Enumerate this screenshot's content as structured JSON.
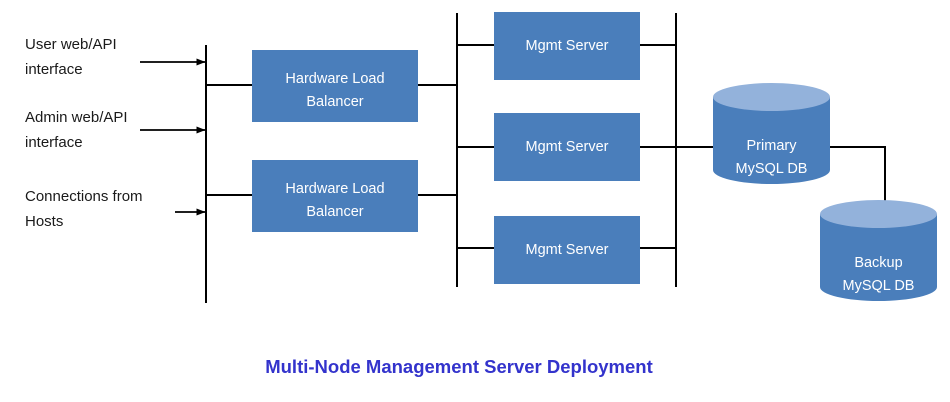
{
  "title": "Multi-Node Management Server Deployment",
  "title_color": "#3333CC",
  "palette": {
    "node_fill": "#4A7EBB",
    "cylinder_body": "#4A7EBB",
    "cylinder_top": "#93B2DB",
    "line": "#000000",
    "node_text": "#FFFFFF",
    "side_text": "#1A1A1A",
    "background": "#FFFFFF"
  },
  "inputs": [
    {
      "line1": "User web/API",
      "line2": "interface"
    },
    {
      "line1": "Admin web/API",
      "line2": "interface"
    },
    {
      "line1": "Connections from",
      "line2": "Hosts"
    }
  ],
  "load_balancers": [
    {
      "line1": "Hardware Load",
      "line2": "Balancer"
    },
    {
      "line1": "Hardware Load",
      "line2": "Balancer"
    }
  ],
  "mgmt_servers": [
    {
      "label": "Mgmt Server"
    },
    {
      "label": "Mgmt Server"
    },
    {
      "label": "Mgmt Server"
    }
  ],
  "databases": [
    {
      "line1": "Primary",
      "line2": "MySQL DB"
    },
    {
      "line1": "Backup",
      "line2": "MySQL DB"
    }
  ]
}
